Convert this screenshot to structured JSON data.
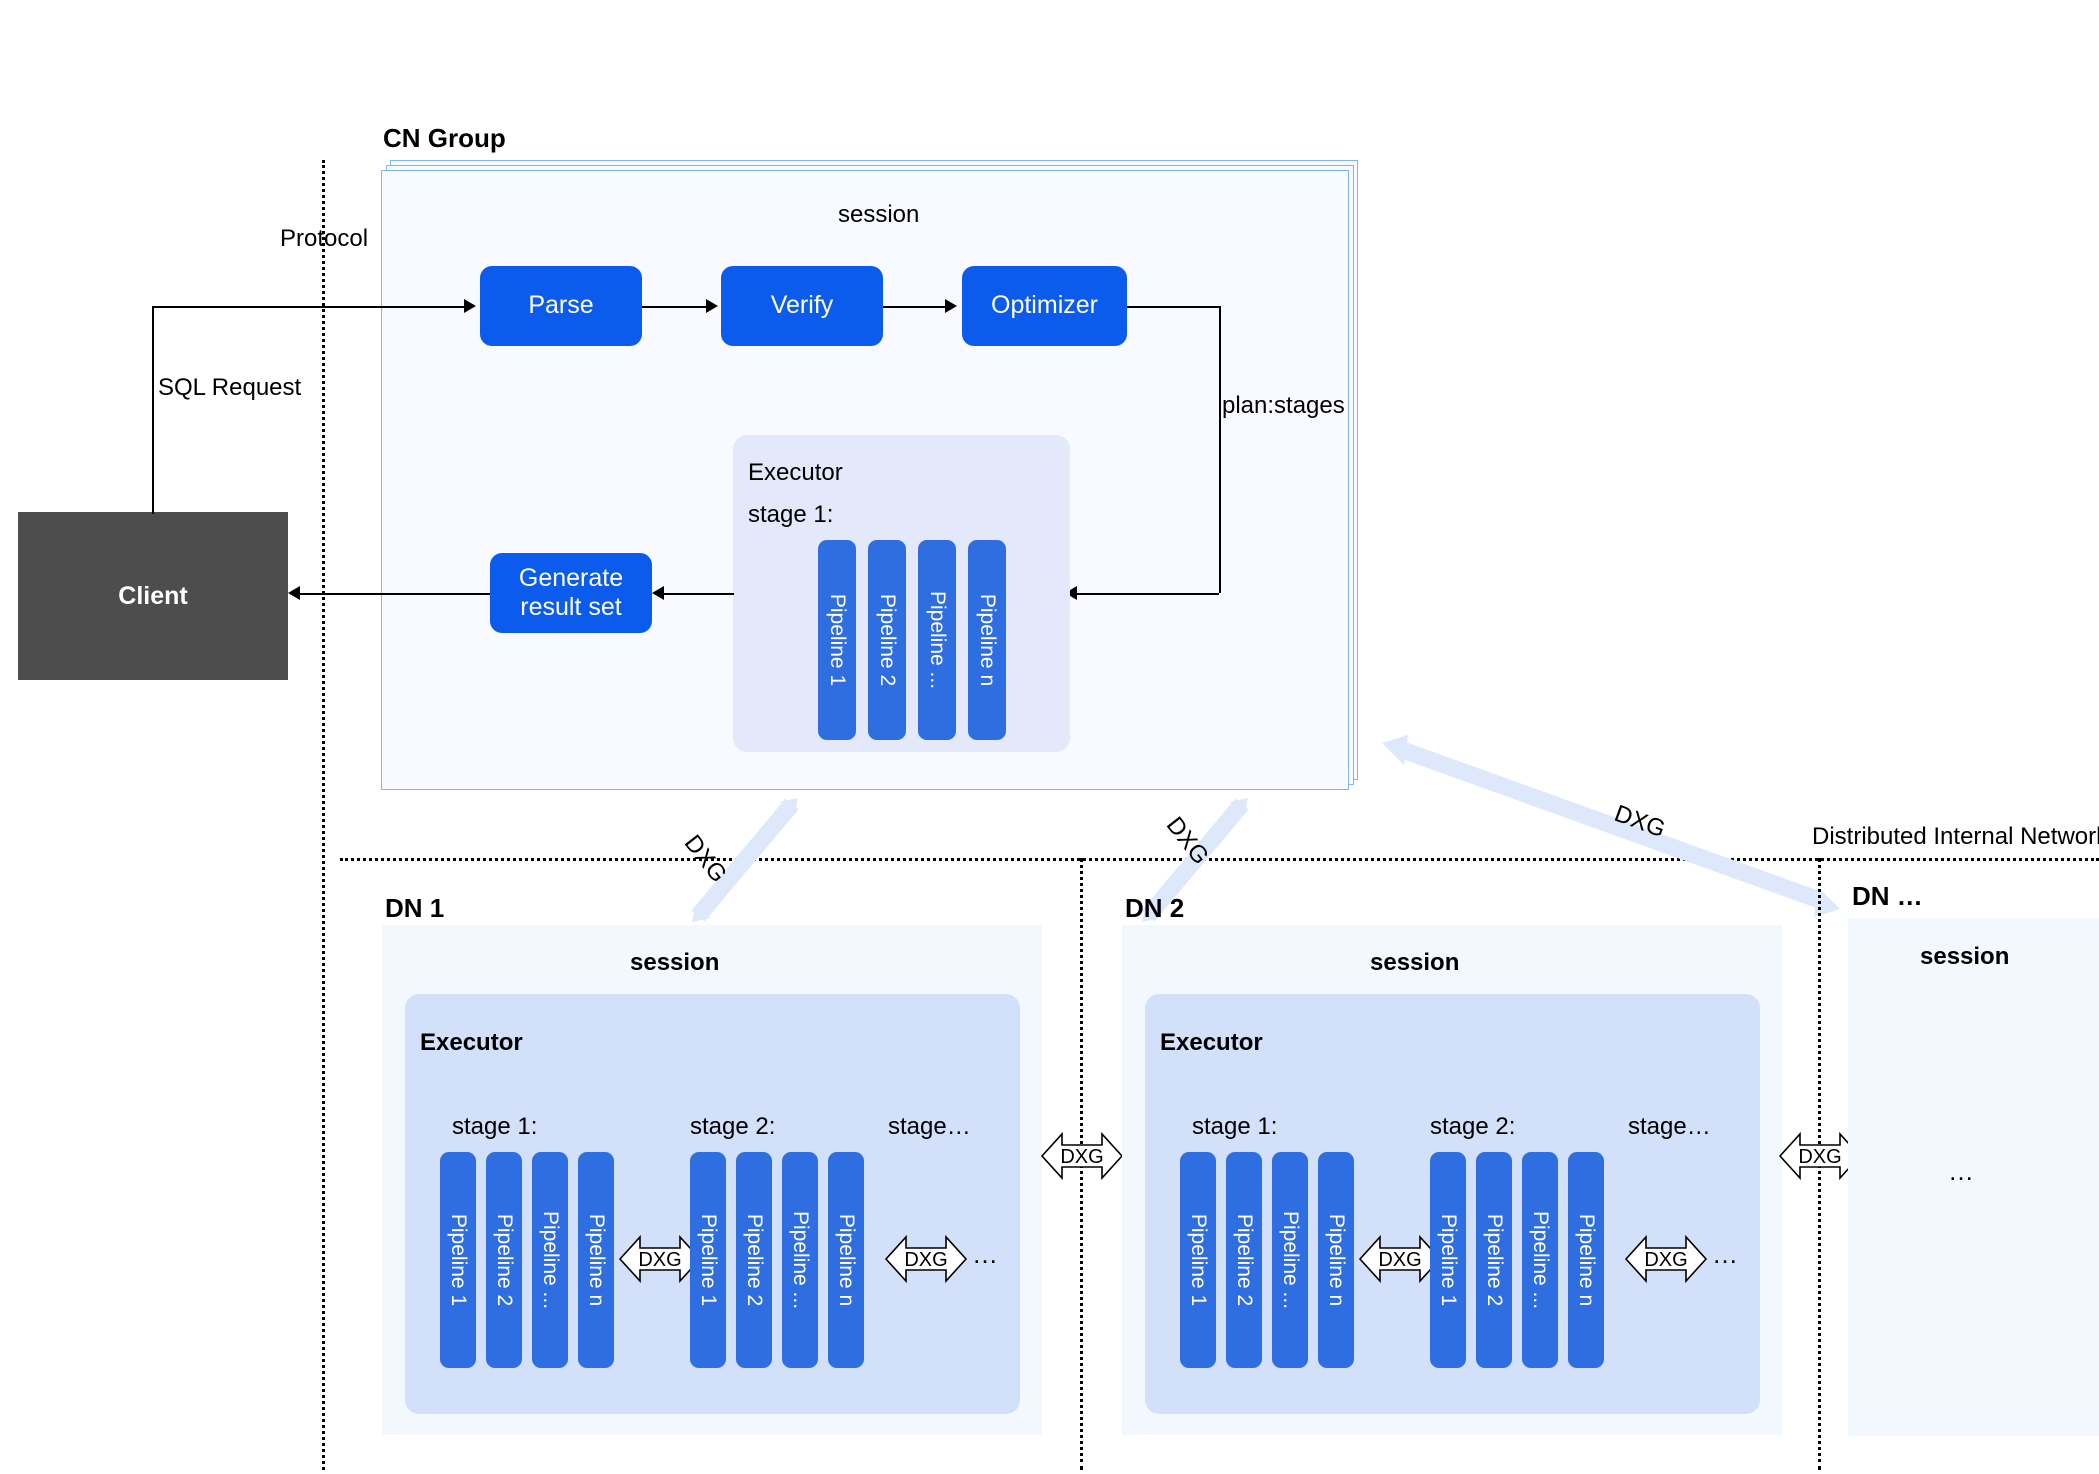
{
  "diagram": {
    "title_cn_group": "CN Group",
    "network_label": "Distributed Internal Network",
    "protocol_label": "Protocol",
    "sql_request_label": "SQL Request",
    "plan_stages_label": "plan:stages",
    "dxg_label": "DXG"
  },
  "client": {
    "label": "Client"
  },
  "cn": {
    "session_label": "session",
    "stages": [
      {
        "label": "Parse"
      },
      {
        "label": "Verify"
      },
      {
        "label": "Optimizer"
      }
    ],
    "result_box_label": "Generate result set",
    "executor": {
      "title": "Executor",
      "stage_label": "stage 1:",
      "pipelines": [
        "Pipeline 1",
        "Pipeline 2",
        "Pipeline ...",
        "Pipeline n"
      ]
    }
  },
  "dns": [
    {
      "title": "DN 1",
      "session_label": "session",
      "executor_title": "Executor",
      "stages": [
        {
          "label": "stage 1:",
          "pipelines": [
            "Pipeline 1",
            "Pipeline 2",
            "Pipeline ...",
            "Pipeline n"
          ]
        },
        {
          "label": "stage 2:",
          "pipelines": [
            "Pipeline 1",
            "Pipeline 2",
            "Pipeline ...",
            "Pipeline n"
          ]
        }
      ],
      "more_stage_label": "stage…",
      "ellipsis": "…"
    },
    {
      "title": "DN 2",
      "session_label": "session",
      "executor_title": "Executor",
      "stages": [
        {
          "label": "stage 1:",
          "pipelines": [
            "Pipeline 1",
            "Pipeline 2",
            "Pipeline ...",
            "Pipeline n"
          ]
        },
        {
          "label": "stage 2:",
          "pipelines": [
            "Pipeline 1",
            "Pipeline 2",
            "Pipeline ...",
            "Pipeline n"
          ]
        }
      ],
      "more_stage_label": "stage…",
      "ellipsis": "…"
    },
    {
      "title": "DN …",
      "session_label": "session",
      "ellipsis": "…"
    }
  ],
  "colors": {
    "process_blue": "#0b5ced",
    "pipeline_blue": "#2f6ee0",
    "cn_group_fill": "#f8faff",
    "cn_group_border": "#7eb6f2",
    "executor_fill": "#e3e9fb",
    "dn_session_fill": "#f3f7fe",
    "dn_executor_fill": "#d2e0f9",
    "client_fill": "#4d4d4d",
    "dxg_arrow_fill": "#dde8fa"
  }
}
